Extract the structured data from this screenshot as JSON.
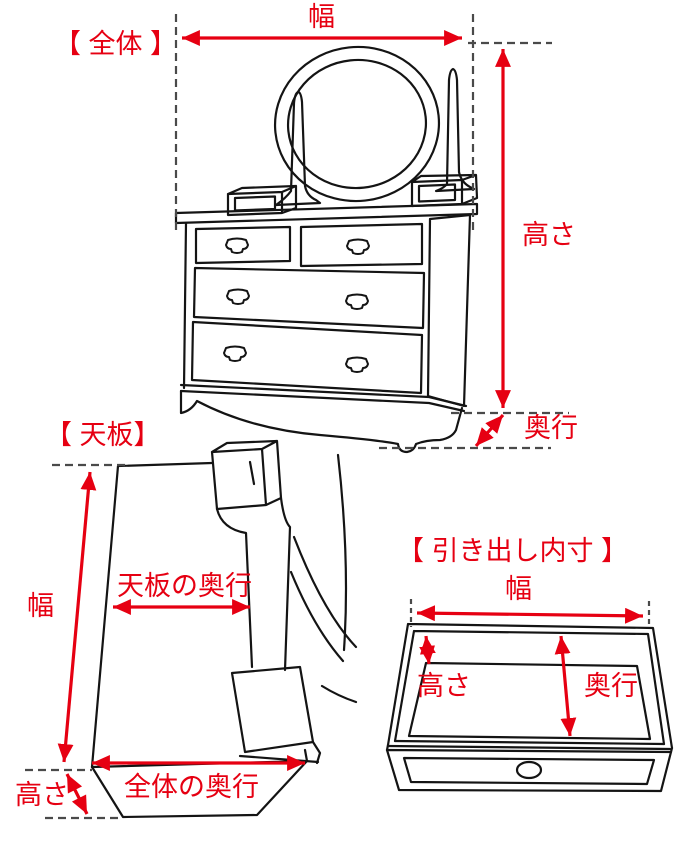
{
  "colors": {
    "accent_red": "#e60012",
    "line_black": "#141414",
    "dash_gray": "#4a4a4a",
    "background": "#ffffff"
  },
  "sections": {
    "overall": {
      "title": "【 全体 】",
      "width_label": "幅",
      "height_label": "高さ",
      "depth_label": "奥行"
    },
    "top_board": {
      "title": "【 天板】",
      "width_label": "幅",
      "top_board_depth_label": "天板の奥行",
      "overall_depth_label": "全体の奥行",
      "height_label": "高さ"
    },
    "drawer_inner": {
      "title": "【 引き出し内寸 】",
      "width_label": "幅",
      "height_label": "高さ",
      "depth_label": "奥行"
    }
  }
}
